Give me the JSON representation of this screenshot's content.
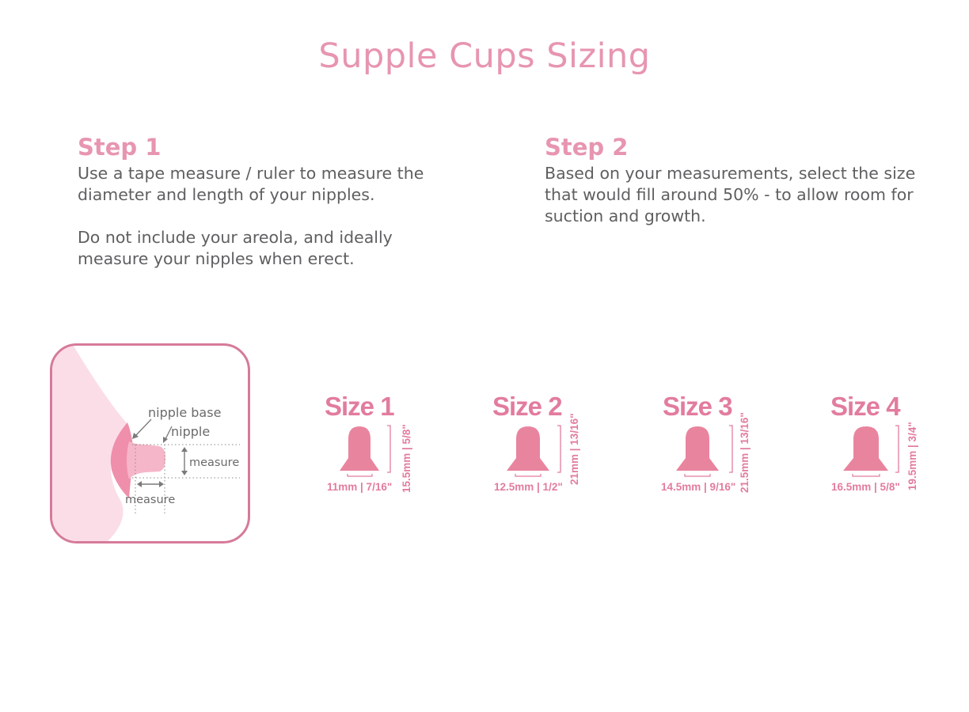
{
  "page": {
    "title": "Supple Cups Sizing"
  },
  "steps": [
    {
      "heading": "Step 1",
      "paragraphs": [
        "Use a tape measure / ruler to measure the diameter and length of your nipples.",
        "Do not include your areola, and ideally measure your nipples when erect."
      ]
    },
    {
      "heading": "Step 2",
      "paragraphs": [
        "Based on your measurements, select the size that would fill around 50% - to allow room for suction and growth."
      ]
    }
  ],
  "diagram": {
    "labels": {
      "nipple_base": "nipple base",
      "nipple": "nipple",
      "measure_diameter": "measure",
      "measure_length": "measure"
    },
    "colors": {
      "border": "#d67a9a",
      "breast": "#fbdde8",
      "areola": "#ef8fab",
      "nipple": "#f6b6c9",
      "text": "#6b6b6b"
    }
  },
  "sizes": [
    {
      "label": "Size 1",
      "width": "11mm | 7/16\"",
      "height": "15.5mm | 5/8\""
    },
    {
      "label": "Size 2",
      "width": "12.5mm | 1/2\"",
      "height": "21mm | 13/16\""
    },
    {
      "label": "Size 3",
      "width": "14.5mm | 9/16\"",
      "height": "21.5mm | 13/16\""
    },
    {
      "label": "Size 4",
      "width": "16.5mm | 5/8\"",
      "height": "19.5mm | 3/4\""
    }
  ],
  "colors": {
    "accent": "#e795b1",
    "cup": "#e9849f",
    "size_text": "#e27c9e",
    "body_text": "#5f5f61"
  }
}
